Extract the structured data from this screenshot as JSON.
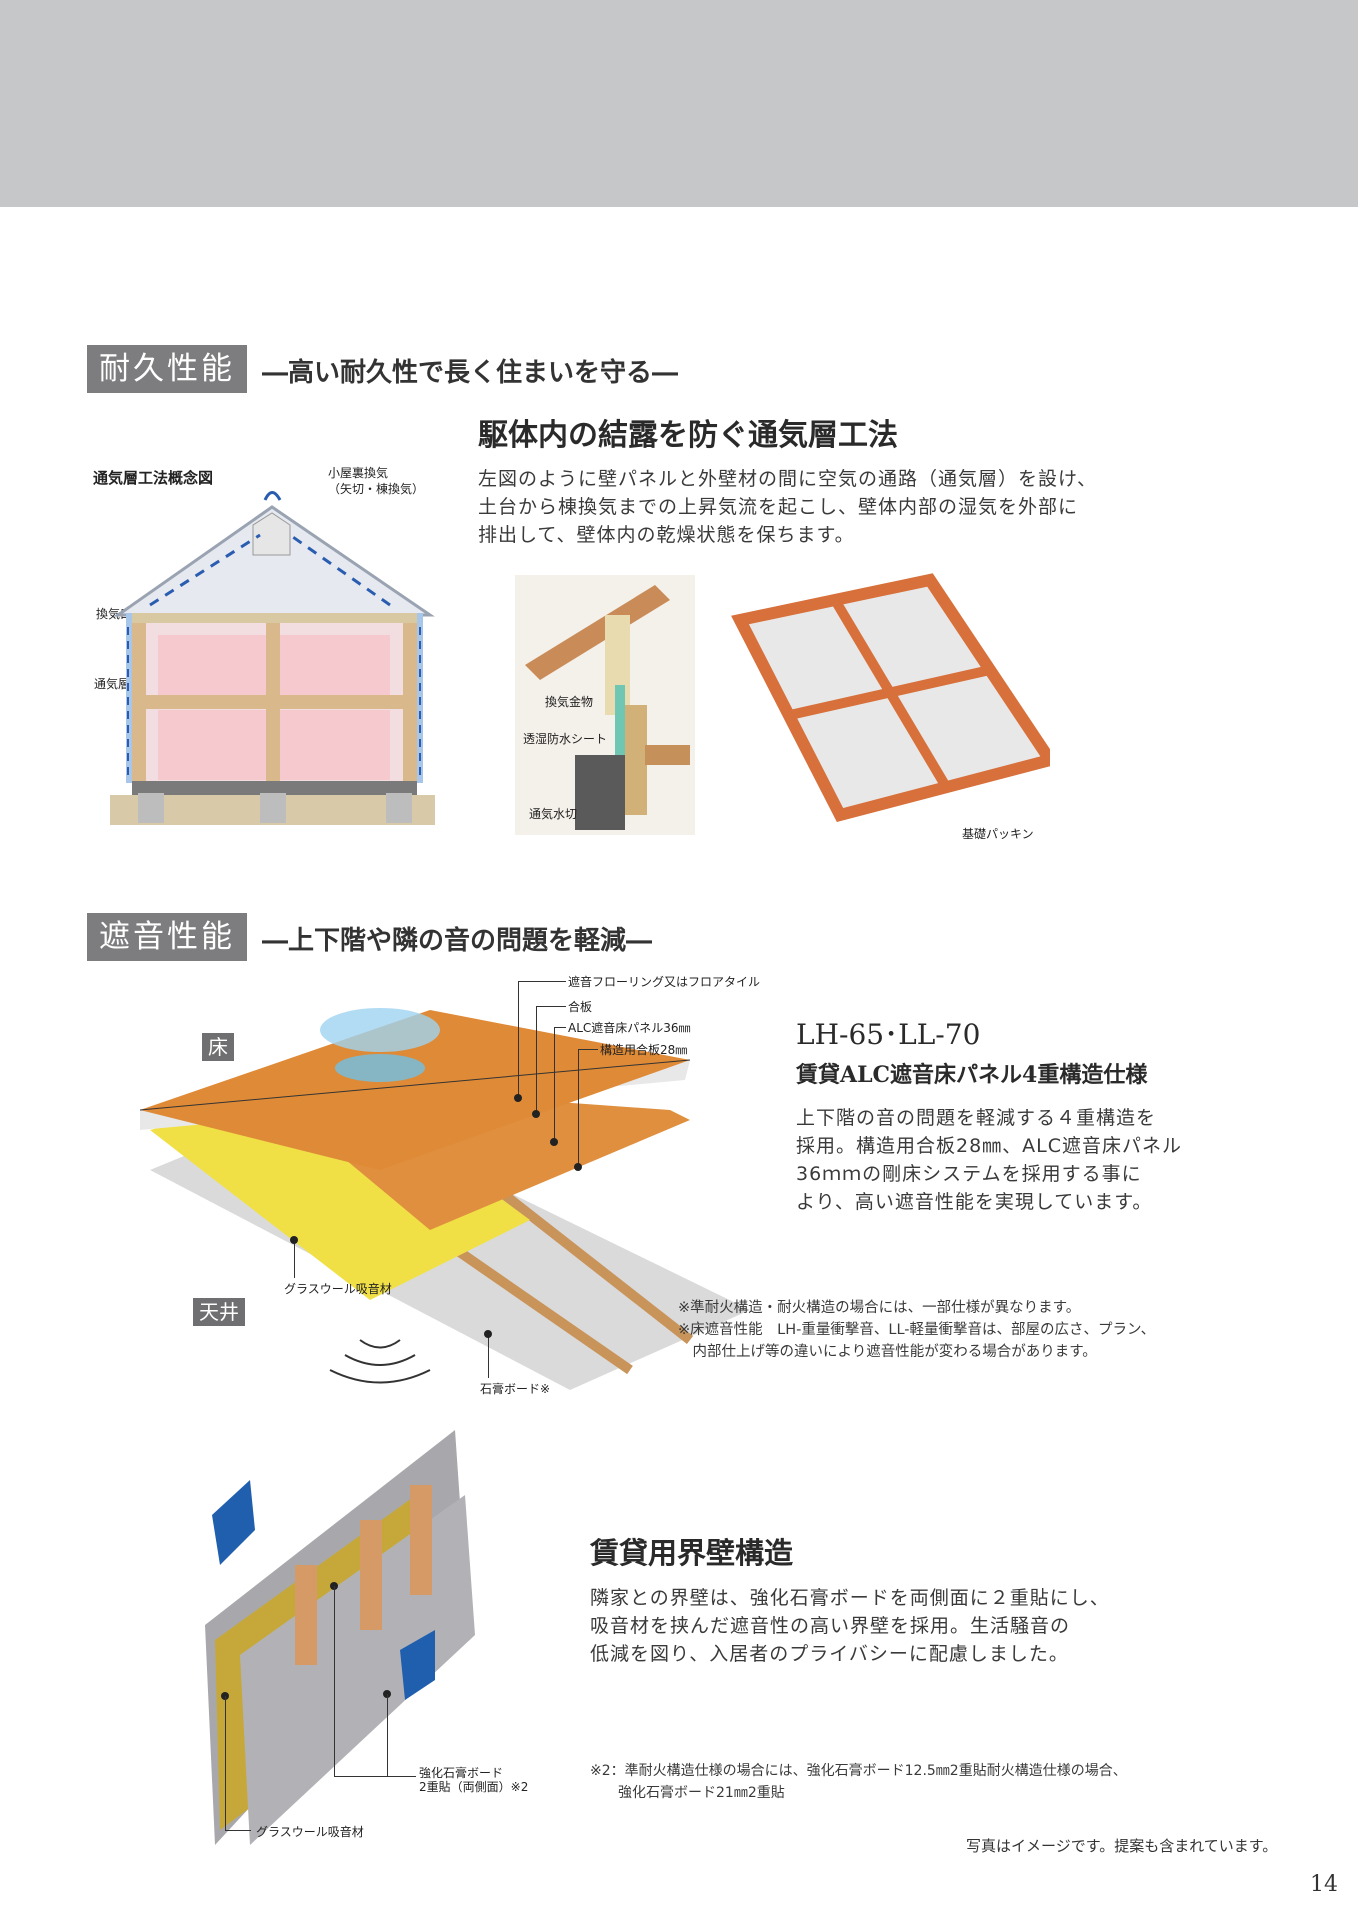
{
  "durability": {
    "tag": "耐久性能",
    "subtitle": "―高い耐久性で長く住まいを守る―",
    "heading": "駆体内の結露を防ぐ通気層工法",
    "body": [
      "左図のように壁パネルと外壁材の間に空気の通路（通気層）を設け、",
      "土台から棟換気までの上昇気流を起こし、壁体内部の湿気を外部に",
      "排出して、壁体内の乾燥状態を保ちます。"
    ],
    "diagram_title": "通気層工法概念図",
    "labels": {
      "attic": [
        "小屋裏換気",
        "（矢切・棟換気）"
      ],
      "vent": "換気口",
      "layer": "通気層",
      "vent_metal": "換気金物",
      "sheet": "透湿防水シート",
      "drip": "通気水切",
      "packing": "基礎パッキン"
    }
  },
  "sound": {
    "tag": "遮音性能",
    "subtitle": "―上下階や隣の音の問題を軽減―",
    "floor_tag": "床",
    "ceiling_tag": "天井",
    "layers": [
      "遮音フローリング又はフロアタイル",
      "合板",
      "ALC遮音床パネル36㎜",
      "構造用合板28㎜"
    ],
    "glasswool": "グラスウール吸音材",
    "gypsum": "石膏ボード※",
    "heading1": "LH-65･LL-70",
    "heading2": "賃貸ALC遮音床パネル4重構造仕様",
    "body": [
      "上下階の音の問題を軽減する４重構造を",
      "採用。構造用合板28㎜、ALC遮音床パネル",
      "36ｍｍの剛床システムを採用する事に",
      "より、高い遮音性能を実現しています。"
    ],
    "notes": [
      "※準耐火構造・耐火構造の場合には、一部仕様が異なります。",
      "※床遮音性能　LH-重量衝撃音、LL-軽量衝撃音は、部屋の広さ、プラン、",
      "　内部仕上げ等の違いにより遮音性能が変わる場合があります。"
    ]
  },
  "wall": {
    "heading": "賃貸用界壁構造",
    "body": [
      "隣家との界壁は、強化石膏ボードを両側面に２重貼にし、",
      "吸音材を挟んだ遮音性の高い界壁を採用。生活騒音の",
      "低減を図り、入居者のプライバシーに配慮しました。"
    ],
    "label_board": [
      "強化石膏ボード",
      "2重貼（両側面）※2"
    ],
    "label_glass": "グラスウール吸音材",
    "note": [
      "※2：準耐火構造仕様の場合には、強化石膏ボード12.5㎜2重貼耐火構造仕様の場合、",
      "　　強化石膏ボード21㎜2重貼"
    ]
  },
  "footer": {
    "disclaimer": "写真はイメージです。提案も含まれています。",
    "page": "14"
  }
}
